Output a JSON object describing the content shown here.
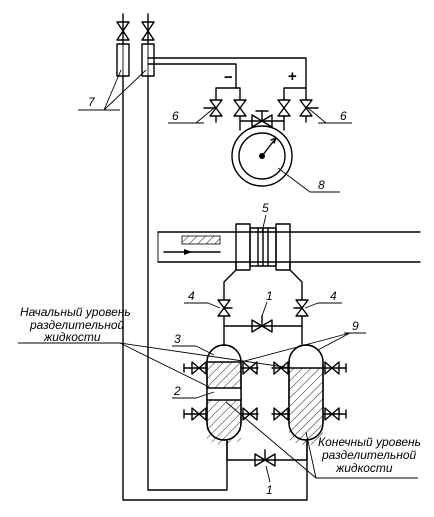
{
  "callouts": {
    "n1a": "1",
    "n1b": "1",
    "n2": "2",
    "n3": "3",
    "n4a": "4",
    "n4b": "4",
    "n5": "5",
    "n6a": "6",
    "n6b": "6",
    "n7": "7",
    "n8": "8",
    "n9": "9"
  },
  "signs": {
    "minus": "−",
    "plus": "+"
  },
  "annotations": {
    "initial_level": [
      "Начальный уровень",
      "разделительной",
      "жидкости"
    ],
    "final_level": [
      "Конечный уровень",
      "разделительной",
      "жидкости"
    ]
  }
}
